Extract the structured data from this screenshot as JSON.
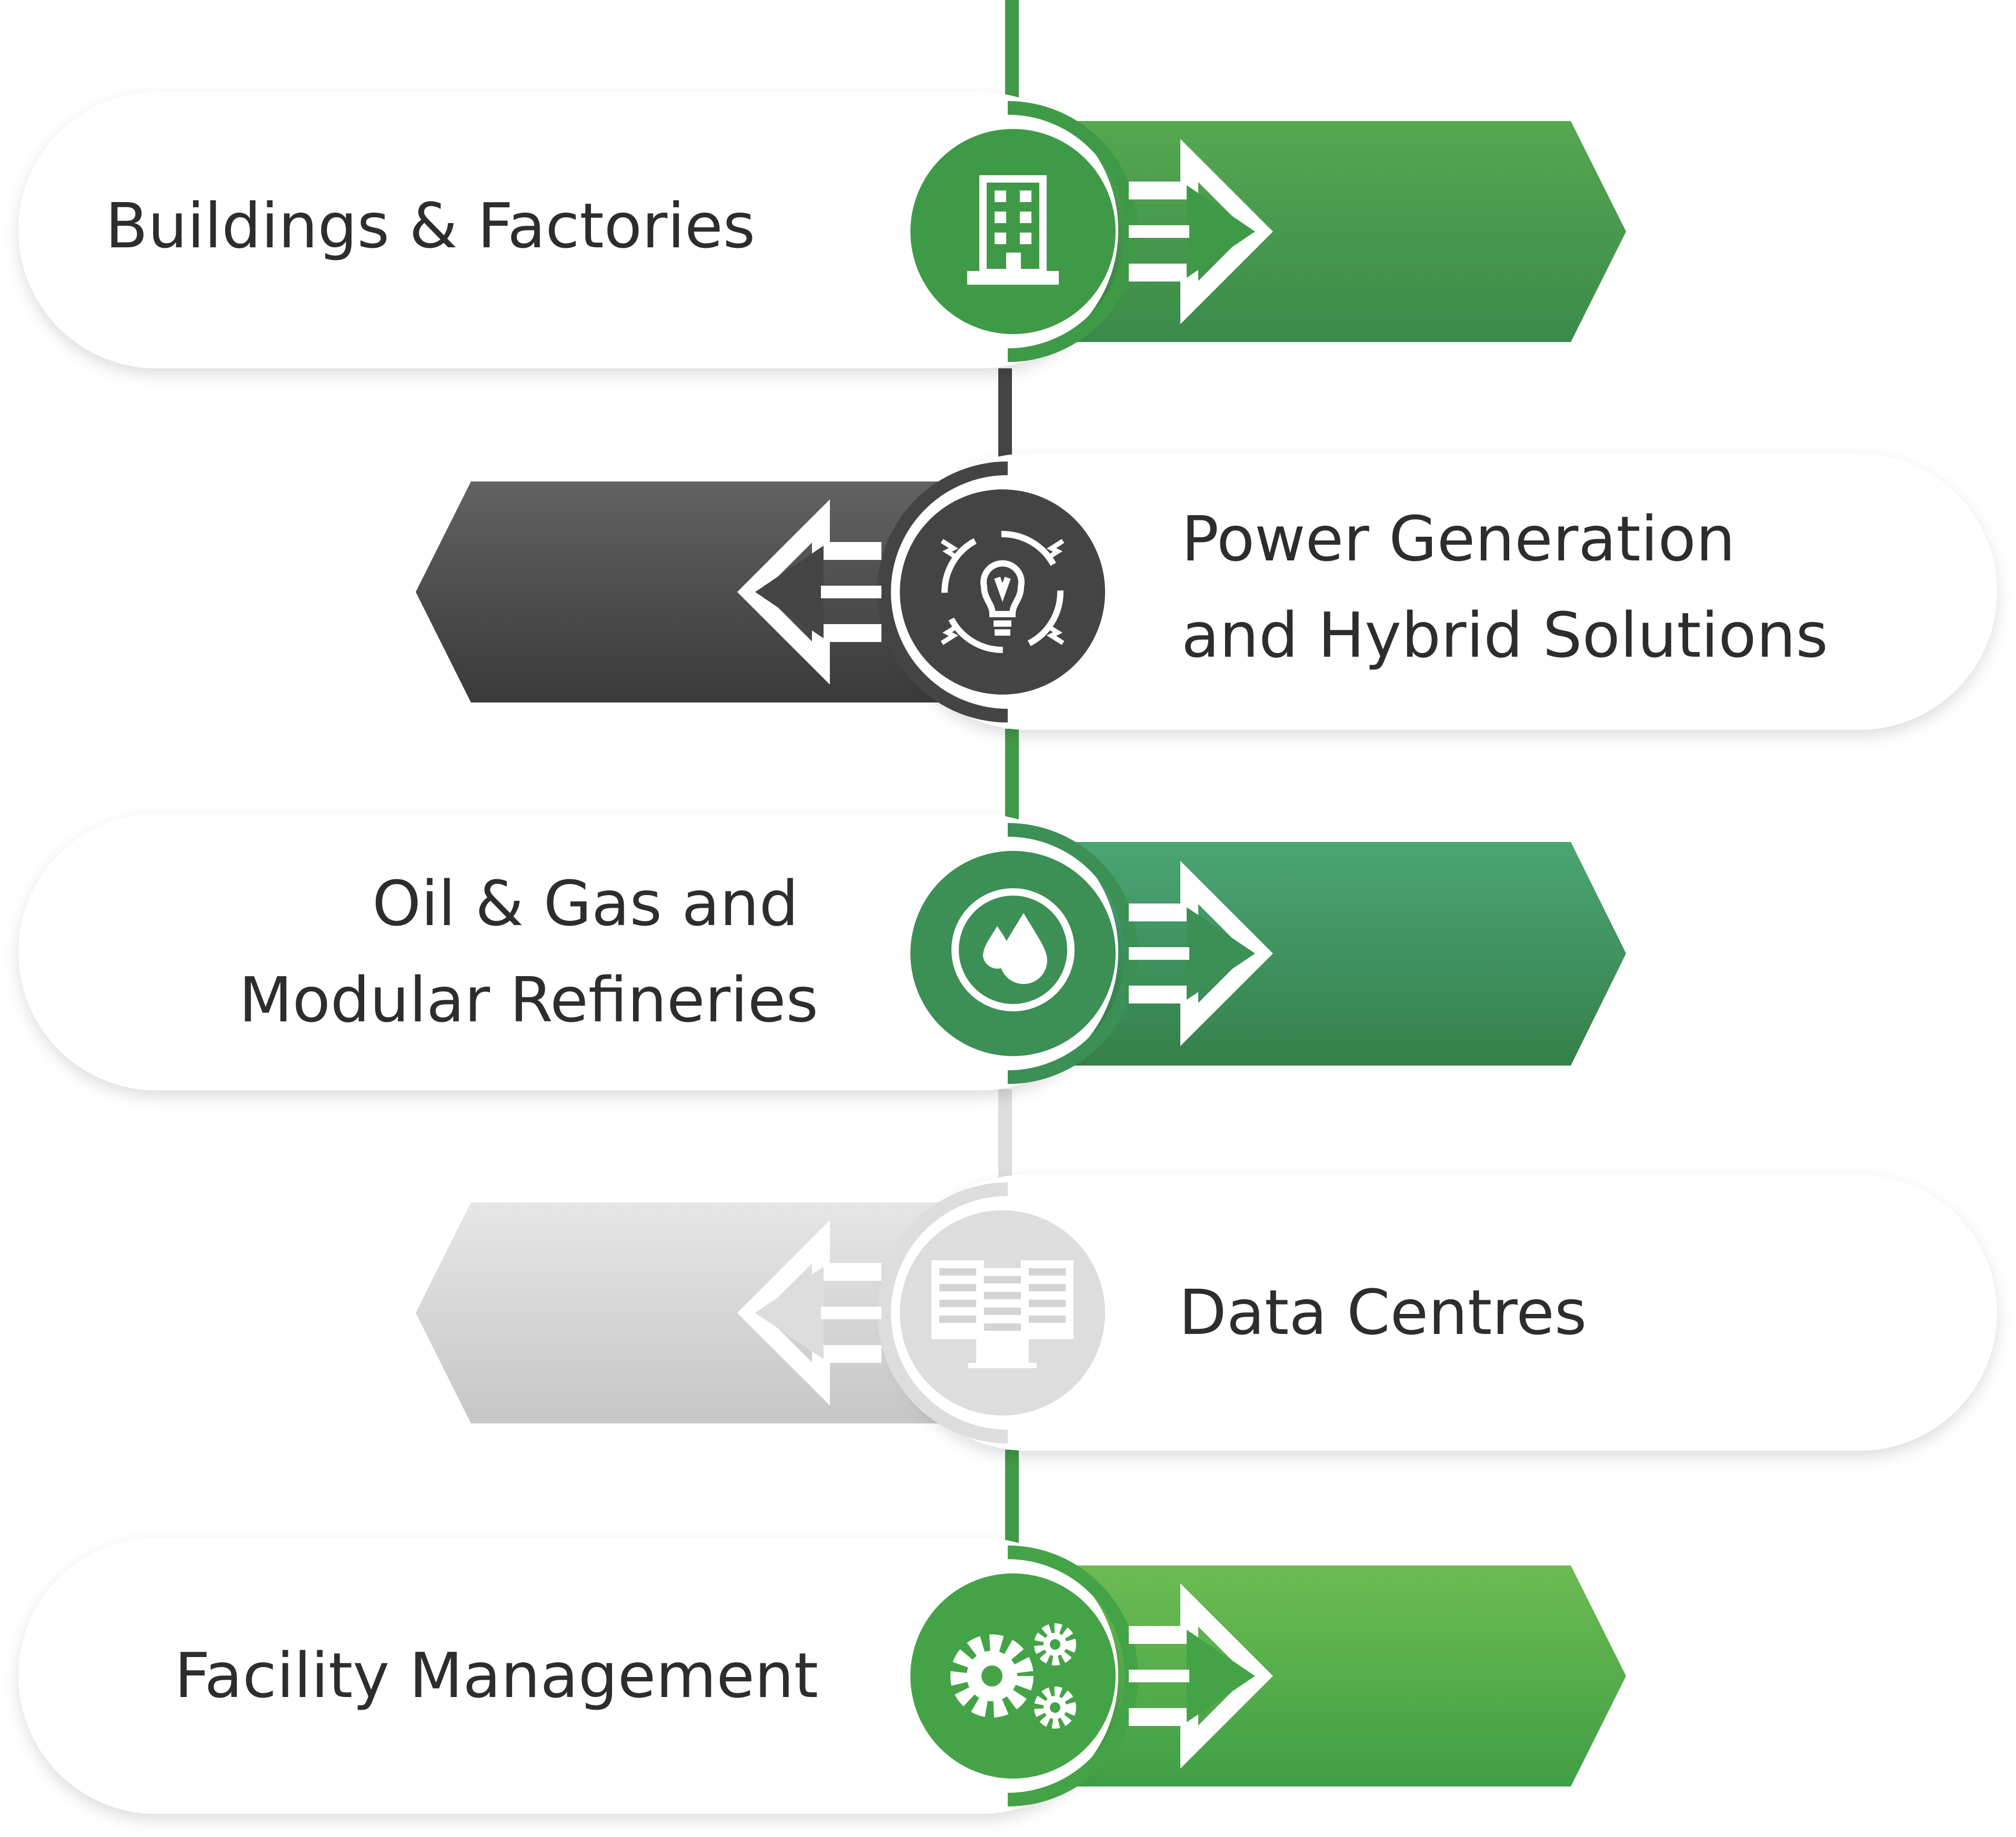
{
  "items": [
    {
      "label_lines": [
        "Buildings & Factories"
      ],
      "icon": "building-icon",
      "direction": "right",
      "theme": "green-1"
    },
    {
      "label_lines": [
        "Power Generation",
        "and Hybrid Solutions"
      ],
      "icon": "lightbulb-icon",
      "direction": "left",
      "theme": "dark"
    },
    {
      "label_lines": [
        "Oil & Gas and",
        "Modular Refineries"
      ],
      "icon": "oil-drops-icon",
      "direction": "right",
      "theme": "green-2"
    },
    {
      "label_lines": [
        "Data Centres"
      ],
      "icon": "server-icon",
      "direction": "left",
      "theme": "light"
    },
    {
      "label_lines": [
        "Facility Management"
      ],
      "icon": "gears-icon",
      "direction": "right",
      "theme": "green-3"
    }
  ],
  "colors": {
    "green_top": "#55a84f",
    "green_bottom": "#3b8a4c",
    "teal_top": "#4aa575",
    "teal_bottom": "#368049",
    "lime_top": "#6dbb52",
    "lime_bottom": "#3f9f45",
    "dark_top": "#626262",
    "dark_bottom": "#3a3a3a",
    "light_top": "#e6e6e6",
    "light_bottom": "#c6c6c6",
    "spine_green": "#3f9a47",
    "spine_dark": "#444444",
    "spine_light": "#dddddd",
    "text": "#2d2d2d"
  }
}
